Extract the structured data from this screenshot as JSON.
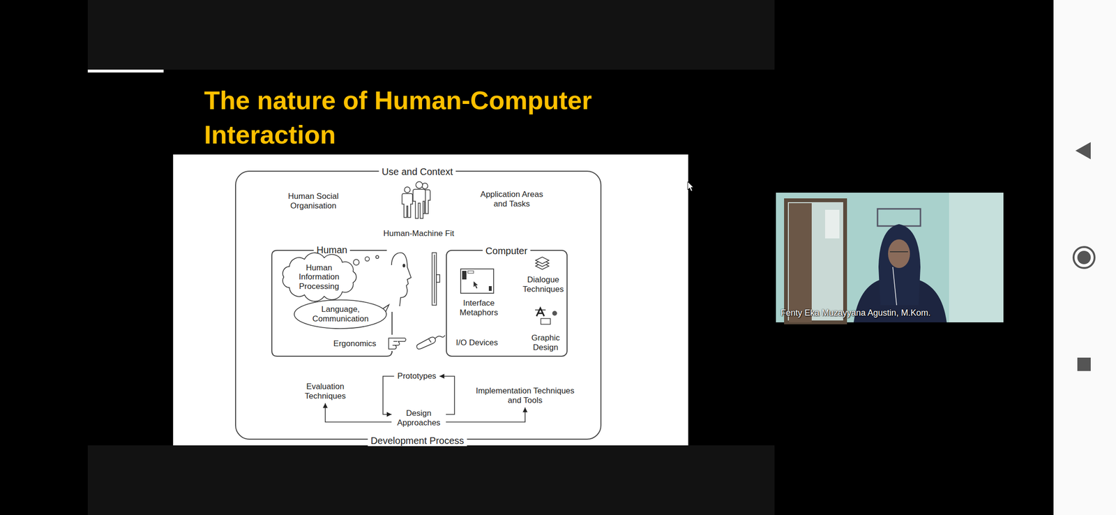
{
  "diagram": {
    "title": "The nature of Human-Computer Interaction",
    "nodes": [
      {
        "text": [
          "Use and Context",
          "Development Process"
        ]
      },
      {
        "text": [
          "Human",
          "Ergonomics"
        ],
        "in": 0
      },
      {
        "text": [
          "Human Information Processing"
        ],
        "in": 1
      },
      {
        "text": [
          "Language, Communication"
        ],
        "in": 1
      },
      {
        "text": [
          "Computer",
          "Interface Metaphors",
          "Dialogue Techniques",
          "I/O Devices",
          "Graphic Design"
        ],
        "in": 0
      },
      {
        "text": [
          "Prototypes"
        ],
        "in": 0
      },
      {
        "text": [
          "Design Approaches"
        ],
        "in": 0
      },
      {
        "text": [
          "Evaluation Techniques"
        ],
        "in": 0
      },
      {
        "text": [
          "Implementation Techniques and Tools"
        ],
        "in": 0
      }
    ],
    "edges": [
      {
        "from": 5,
        "to": 6,
        "arrow": "to"
      },
      {
        "from": 6,
        "to": 5,
        "arrow": "to"
      },
      {
        "from": 6,
        "to": 7,
        "arrow": "to"
      },
      {
        "from": 6,
        "to": 8,
        "arrow": "to"
      }
    ],
    "labels": [
      "Human Social Organisation",
      "Application Areas and Tasks",
      "Human-Machine Fit",
      "Fenty Eka Muzayyana Agustin, M.Kom."
    ]
  }
}
